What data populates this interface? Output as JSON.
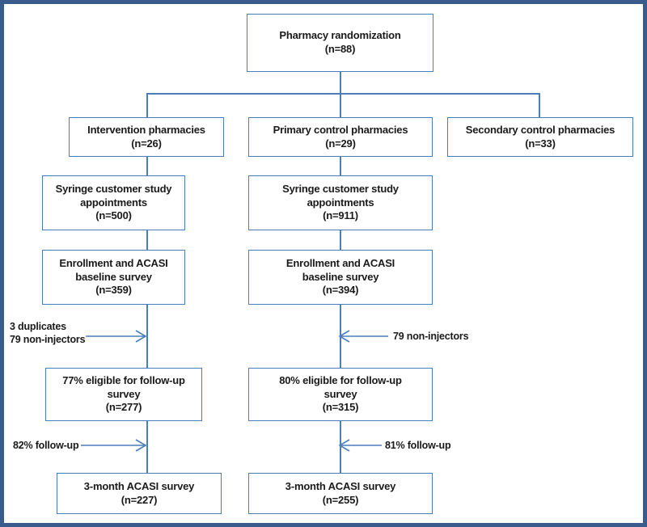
{
  "figure": {
    "type": "flowchart",
    "title": "Pharmacy randomization study CONSORT-style flow diagram",
    "border_color": "#3a5c8c",
    "box_border_color": "#4a7ebb",
    "connector_color": "#4a7ebb",
    "background": "#ffffff"
  },
  "nodes": {
    "root": {
      "label": "Pharmacy randomization",
      "count": "(n=88)"
    },
    "intervention": {
      "label": "Intervention pharmacies",
      "count": "(n=26)"
    },
    "primary_control": {
      "label": "Primary control pharmacies",
      "count": "(n=29)"
    },
    "secondary_control": {
      "label": "Secondary control pharmacies",
      "count": "(n=33)"
    },
    "appointments_left": {
      "label_line1": "Syringe customer study",
      "label_line2": "appointments",
      "count": "(n=500)"
    },
    "appointments_right": {
      "label_line1": "Syringe customer study",
      "label_line2": "appointments",
      "count": "(n=911)"
    },
    "baseline_left": {
      "label_line1": "Enrollment  and ACASI",
      "label_line2": "baseline survey",
      "count": "(n=359)"
    },
    "baseline_right": {
      "label_line1": "Enrollment and ACASI",
      "label_line2": "baseline survey",
      "count": "(n=394)"
    },
    "eligible_left": {
      "label_line1": "77% eligible for follow-up",
      "label_line2": "survey",
      "count": "(n=277)"
    },
    "eligible_right": {
      "label_line1": "80% eligible for follow-up",
      "label_line2": "survey",
      "count": "(n=315)"
    },
    "final_left": {
      "label": "3-month ACASI survey",
      "count": "(n=227)"
    },
    "final_right": {
      "label": "3-month ACASI survey",
      "count": "(n=255)"
    }
  },
  "annotations": {
    "exclusions_left_line1": "3 duplicates",
    "exclusions_left_line2": "79 non-injectors",
    "exclusions_right": "79 non-injectors",
    "followup_left": "82% follow-up",
    "followup_right": "81% follow-up"
  },
  "chart_data": {
    "type": "flowchart",
    "title": "Pharmacy randomization",
    "arms": [
      {
        "name": "Intervention pharmacies",
        "pharmacies": 26,
        "appointments": 500,
        "enrolled_baseline": 359,
        "exclusions": [
          "3 duplicates",
          "79 non-injectors"
        ],
        "eligible_followup_percent": 77,
        "eligible_followup_n": 277,
        "followup_percent": 82,
        "final_survey_n": 227
      },
      {
        "name": "Primary control pharmacies",
        "pharmacies": 29,
        "appointments": 911,
        "enrolled_baseline": 394,
        "exclusions": [
          "79 non-injectors"
        ],
        "eligible_followup_percent": 80,
        "eligible_followup_n": 315,
        "followup_percent": 81,
        "final_survey_n": 255
      },
      {
        "name": "Secondary control pharmacies",
        "pharmacies": 33
      }
    ],
    "total_pharmacies": 88
  }
}
